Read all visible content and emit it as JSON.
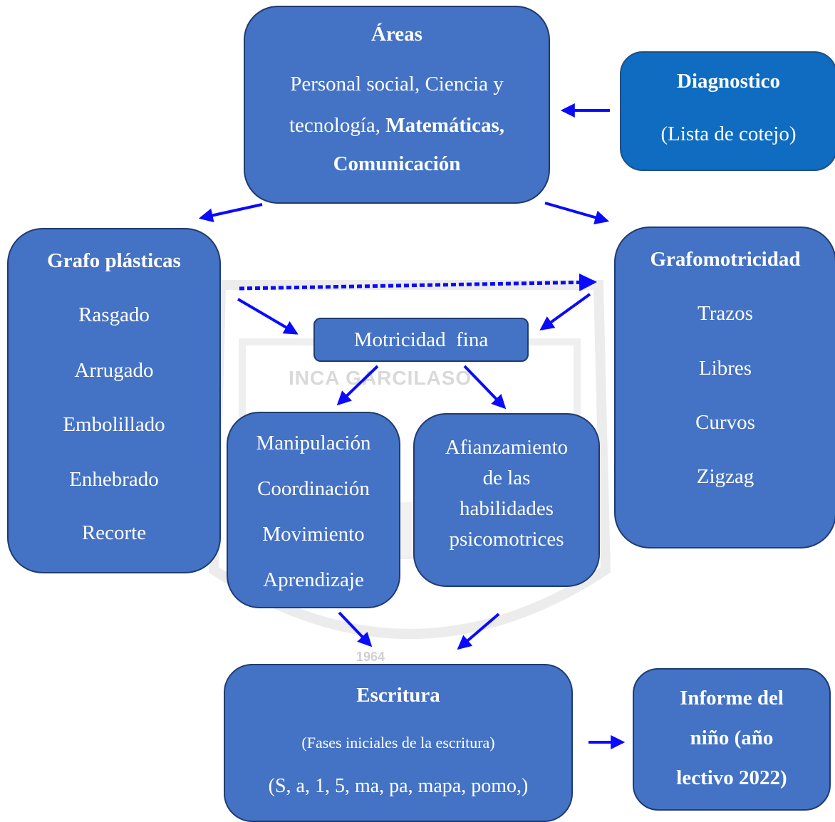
{
  "areas": {
    "title": "Áreas",
    "line1": "Personal social, Ciencia y",
    "line2_normal": "tecnología, ",
    "line2_bold": "Matemáticas,",
    "line3": "Comunicación"
  },
  "diagnostico": {
    "title": "Diagnostico",
    "subtitle": "(Lista de cotejo)"
  },
  "grafoplasticas": {
    "title": "Grafo plásticas",
    "items": [
      "Rasgado",
      "Arrugado",
      "Embolillado",
      "Enhebrado",
      "Recorte"
    ]
  },
  "grafomotricidad": {
    "title": "Grafomotricidad",
    "items": [
      "Trazos",
      "Libres",
      "Curvos",
      "Zigzag"
    ]
  },
  "motricidad": {
    "label": "Motricidad  fina"
  },
  "manipulacion": {
    "items": [
      "Manipulación",
      "Coordinación",
      "Movimiento",
      "Aprendizaje"
    ]
  },
  "afianzamiento": {
    "lines": [
      "Afianzamiento",
      "de las",
      "habilidades",
      "psicomotrices"
    ]
  },
  "escritura": {
    "title": "Escritura",
    "subtitle": "(Fases iniciales de la escritura)",
    "examples": "(S, a, 1, 5, ma, pa, mapa, pomo,)"
  },
  "informe": {
    "lines": [
      "Informe del",
      "niño (año",
      "lectivo 2022)"
    ]
  },
  "watermark": {
    "text": "INCA GARCILASO",
    "year": "1964"
  },
  "colors": {
    "box_fill": "#4472c4",
    "box_border": "#1f3b70",
    "diagnostico_fill": "#0f6cc0",
    "arrow": "#0a0aff"
  }
}
